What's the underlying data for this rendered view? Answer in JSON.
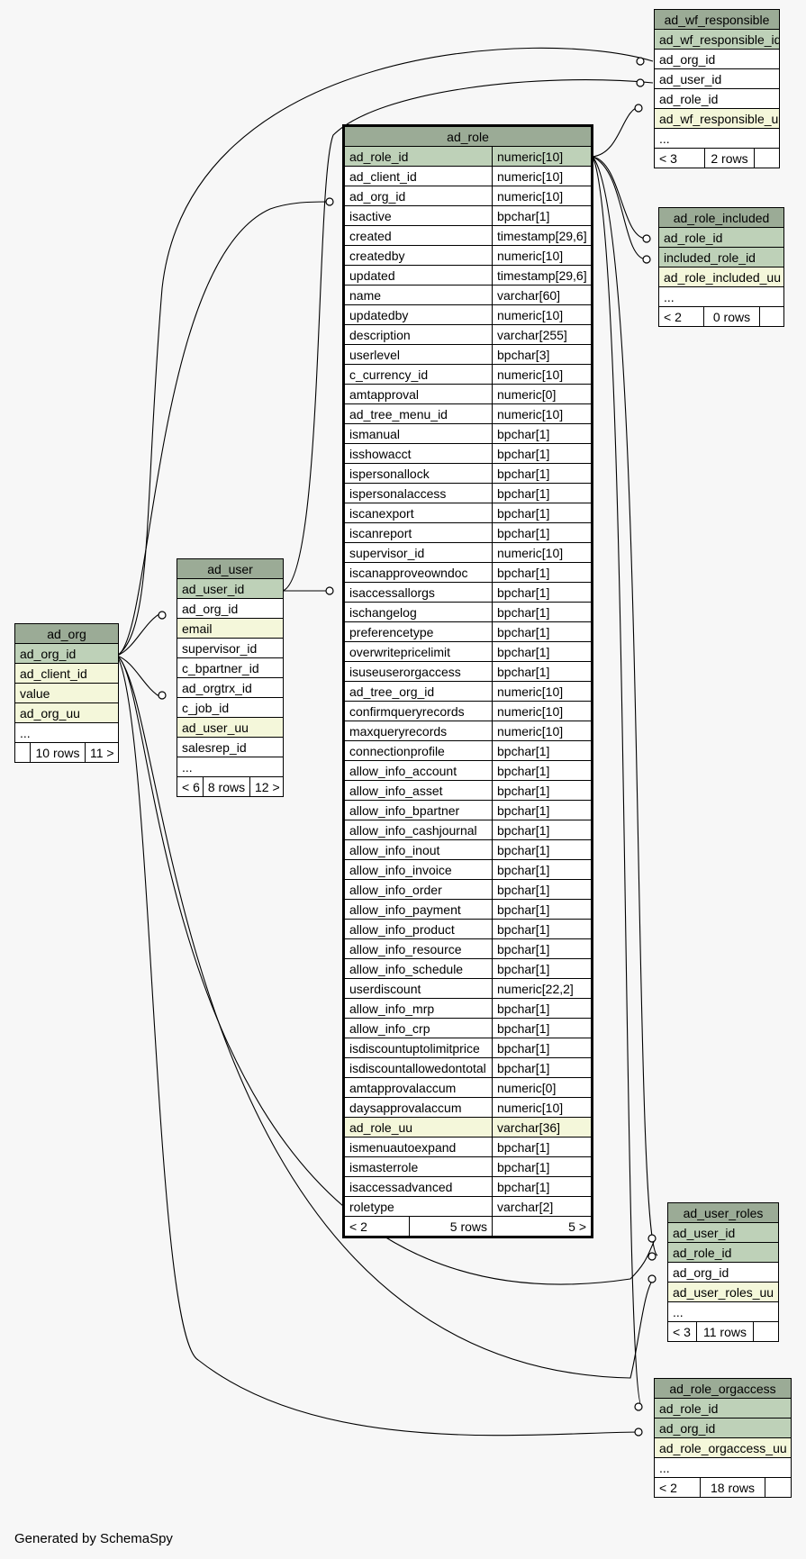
{
  "tables": {
    "ad_wf_responsible": {
      "name": "ad_wf_responsible",
      "columns": [
        {
          "name": "ad_wf_responsible_id",
          "kind": "pk"
        },
        {
          "name": "ad_org_id",
          "kind": ""
        },
        {
          "name": "ad_user_id",
          "kind": ""
        },
        {
          "name": "ad_role_id",
          "kind": ""
        },
        {
          "name": "ad_wf_responsible_uu",
          "kind": "idx"
        },
        {
          "name": "...",
          "kind": ""
        }
      ],
      "footer": [
        "< 3",
        "2 rows",
        ""
      ]
    },
    "ad_role_included": {
      "name": "ad_role_included",
      "columns": [
        {
          "name": "ad_role_id",
          "kind": "pk"
        },
        {
          "name": "included_role_id",
          "kind": "pk"
        },
        {
          "name": "ad_role_included_uu",
          "kind": "idx"
        },
        {
          "name": "...",
          "kind": ""
        }
      ],
      "footer": [
        "< 2",
        "0 rows",
        ""
      ]
    },
    "ad_user": {
      "name": "ad_user",
      "columns": [
        {
          "name": "ad_user_id",
          "kind": "pk"
        },
        {
          "name": "ad_org_id",
          "kind": ""
        },
        {
          "name": "email",
          "kind": "idx"
        },
        {
          "name": "supervisor_id",
          "kind": ""
        },
        {
          "name": "c_bpartner_id",
          "kind": ""
        },
        {
          "name": "ad_orgtrx_id",
          "kind": ""
        },
        {
          "name": "c_job_id",
          "kind": ""
        },
        {
          "name": "ad_user_uu",
          "kind": "idx"
        },
        {
          "name": "salesrep_id",
          "kind": ""
        },
        {
          "name": "...",
          "kind": ""
        }
      ],
      "footer": [
        "< 6",
        "8 rows",
        "12 >"
      ]
    },
    "ad_org": {
      "name": "ad_org",
      "columns": [
        {
          "name": "ad_org_id",
          "kind": "pk"
        },
        {
          "name": "ad_client_id",
          "kind": "idx"
        },
        {
          "name": "value",
          "kind": "idx"
        },
        {
          "name": "ad_org_uu",
          "kind": "idx"
        },
        {
          "name": "...",
          "kind": ""
        }
      ],
      "footer": [
        "",
        "10 rows",
        "11 >"
      ]
    },
    "ad_user_roles": {
      "name": "ad_user_roles",
      "columns": [
        {
          "name": "ad_user_id",
          "kind": "pk"
        },
        {
          "name": "ad_role_id",
          "kind": "pk"
        },
        {
          "name": "ad_org_id",
          "kind": ""
        },
        {
          "name": "ad_user_roles_uu",
          "kind": "idx"
        },
        {
          "name": "...",
          "kind": ""
        }
      ],
      "footer": [
        "< 3",
        "11 rows",
        ""
      ]
    },
    "ad_role_orgaccess": {
      "name": "ad_role_orgaccess",
      "columns": [
        {
          "name": "ad_role_id",
          "kind": "pk"
        },
        {
          "name": "ad_org_id",
          "kind": "pk"
        },
        {
          "name": "ad_role_orgaccess_uu",
          "kind": "idx"
        },
        {
          "name": "...",
          "kind": ""
        }
      ],
      "footer": [
        "< 2",
        "18 rows",
        ""
      ]
    },
    "ad_role": {
      "name": "ad_role",
      "columns": [
        {
          "name": "ad_role_id",
          "type": "numeric[10]",
          "kind": "pk"
        },
        {
          "name": "ad_client_id",
          "type": "numeric[10]",
          "kind": ""
        },
        {
          "name": "ad_org_id",
          "type": "numeric[10]",
          "kind": ""
        },
        {
          "name": "isactive",
          "type": "bpchar[1]",
          "kind": ""
        },
        {
          "name": "created",
          "type": "timestamp[29,6]",
          "kind": ""
        },
        {
          "name": "createdby",
          "type": "numeric[10]",
          "kind": ""
        },
        {
          "name": "updated",
          "type": "timestamp[29,6]",
          "kind": ""
        },
        {
          "name": "name",
          "type": "varchar[60]",
          "kind": ""
        },
        {
          "name": "updatedby",
          "type": "numeric[10]",
          "kind": ""
        },
        {
          "name": "description",
          "type": "varchar[255]",
          "kind": ""
        },
        {
          "name": "userlevel",
          "type": "bpchar[3]",
          "kind": ""
        },
        {
          "name": "c_currency_id",
          "type": "numeric[10]",
          "kind": ""
        },
        {
          "name": "amtapproval",
          "type": "numeric[0]",
          "kind": ""
        },
        {
          "name": "ad_tree_menu_id",
          "type": "numeric[10]",
          "kind": ""
        },
        {
          "name": "ismanual",
          "type": "bpchar[1]",
          "kind": ""
        },
        {
          "name": "isshowacct",
          "type": "bpchar[1]",
          "kind": ""
        },
        {
          "name": "ispersonallock",
          "type": "bpchar[1]",
          "kind": ""
        },
        {
          "name": "ispersonalaccess",
          "type": "bpchar[1]",
          "kind": ""
        },
        {
          "name": "iscanexport",
          "type": "bpchar[1]",
          "kind": ""
        },
        {
          "name": "iscanreport",
          "type": "bpchar[1]",
          "kind": ""
        },
        {
          "name": "supervisor_id",
          "type": "numeric[10]",
          "kind": ""
        },
        {
          "name": "iscanapproveowndoc",
          "type": "bpchar[1]",
          "kind": ""
        },
        {
          "name": "isaccessallorgs",
          "type": "bpchar[1]",
          "kind": ""
        },
        {
          "name": "ischangelog",
          "type": "bpchar[1]",
          "kind": ""
        },
        {
          "name": "preferencetype",
          "type": "bpchar[1]",
          "kind": ""
        },
        {
          "name": "overwritepricelimit",
          "type": "bpchar[1]",
          "kind": ""
        },
        {
          "name": "isuseuserorgaccess",
          "type": "bpchar[1]",
          "kind": ""
        },
        {
          "name": "ad_tree_org_id",
          "type": "numeric[10]",
          "kind": ""
        },
        {
          "name": "confirmqueryrecords",
          "type": "numeric[10]",
          "kind": ""
        },
        {
          "name": "maxqueryrecords",
          "type": "numeric[10]",
          "kind": ""
        },
        {
          "name": "connectionprofile",
          "type": "bpchar[1]",
          "kind": ""
        },
        {
          "name": "allow_info_account",
          "type": "bpchar[1]",
          "kind": ""
        },
        {
          "name": "allow_info_asset",
          "type": "bpchar[1]",
          "kind": ""
        },
        {
          "name": "allow_info_bpartner",
          "type": "bpchar[1]",
          "kind": ""
        },
        {
          "name": "allow_info_cashjournal",
          "type": "bpchar[1]",
          "kind": ""
        },
        {
          "name": "allow_info_inout",
          "type": "bpchar[1]",
          "kind": ""
        },
        {
          "name": "allow_info_invoice",
          "type": "bpchar[1]",
          "kind": ""
        },
        {
          "name": "allow_info_order",
          "type": "bpchar[1]",
          "kind": ""
        },
        {
          "name": "allow_info_payment",
          "type": "bpchar[1]",
          "kind": ""
        },
        {
          "name": "allow_info_product",
          "type": "bpchar[1]",
          "kind": ""
        },
        {
          "name": "allow_info_resource",
          "type": "bpchar[1]",
          "kind": ""
        },
        {
          "name": "allow_info_schedule",
          "type": "bpchar[1]",
          "kind": ""
        },
        {
          "name": "userdiscount",
          "type": "numeric[22,2]",
          "kind": ""
        },
        {
          "name": "allow_info_mrp",
          "type": "bpchar[1]",
          "kind": ""
        },
        {
          "name": "allow_info_crp",
          "type": "bpchar[1]",
          "kind": ""
        },
        {
          "name": "isdiscountuptolimitprice",
          "type": "bpchar[1]",
          "kind": ""
        },
        {
          "name": "isdiscountallowedontotal",
          "type": "bpchar[1]",
          "kind": ""
        },
        {
          "name": "amtapprovalaccum",
          "type": "numeric[0]",
          "kind": ""
        },
        {
          "name": "daysapprovalaccum",
          "type": "numeric[10]",
          "kind": ""
        },
        {
          "name": "ad_role_uu",
          "type": "varchar[36]",
          "kind": "idx"
        },
        {
          "name": "ismenuautoexpand",
          "type": "bpchar[1]",
          "kind": ""
        },
        {
          "name": "ismasterrole",
          "type": "bpchar[1]",
          "kind": ""
        },
        {
          "name": "isaccessadvanced",
          "type": "bpchar[1]",
          "kind": ""
        },
        {
          "name": "roletype",
          "type": "varchar[2]",
          "kind": ""
        }
      ],
      "footer": [
        "< 2",
        "5 rows",
        "5 >"
      ]
    }
  },
  "footer_text": "Generated by SchemaSpy"
}
